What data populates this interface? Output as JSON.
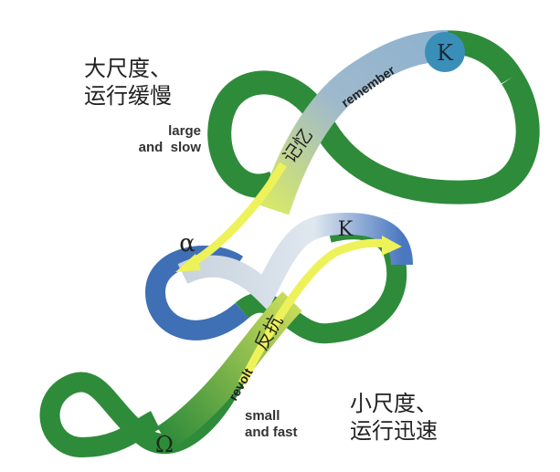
{
  "labels": {
    "large_slow_cn_line1": "大尺度、",
    "large_slow_cn_line2": "运行缓慢",
    "large_slow_en_line1": "large",
    "large_slow_en_line2": "and  slow",
    "small_fast_cn_line1": "小尺度、",
    "small_fast_cn_line2": "运行迅速",
    "small_fast_en_line1": "small",
    "small_fast_en_line2": "and fast",
    "remember": "remember",
    "remember_cn": "记忆",
    "revolt": "revolt",
    "revolt_cn": "反抗",
    "k_top": "K",
    "k_mid": "K",
    "alpha": "α",
    "omega": "Ω"
  },
  "colors": {
    "green": "#2e8b3a",
    "blue": "#3f6fb5",
    "light_blue": "#a9c4d6",
    "yellow": "#eef25a",
    "k_circle": "#3a8fb8"
  }
}
